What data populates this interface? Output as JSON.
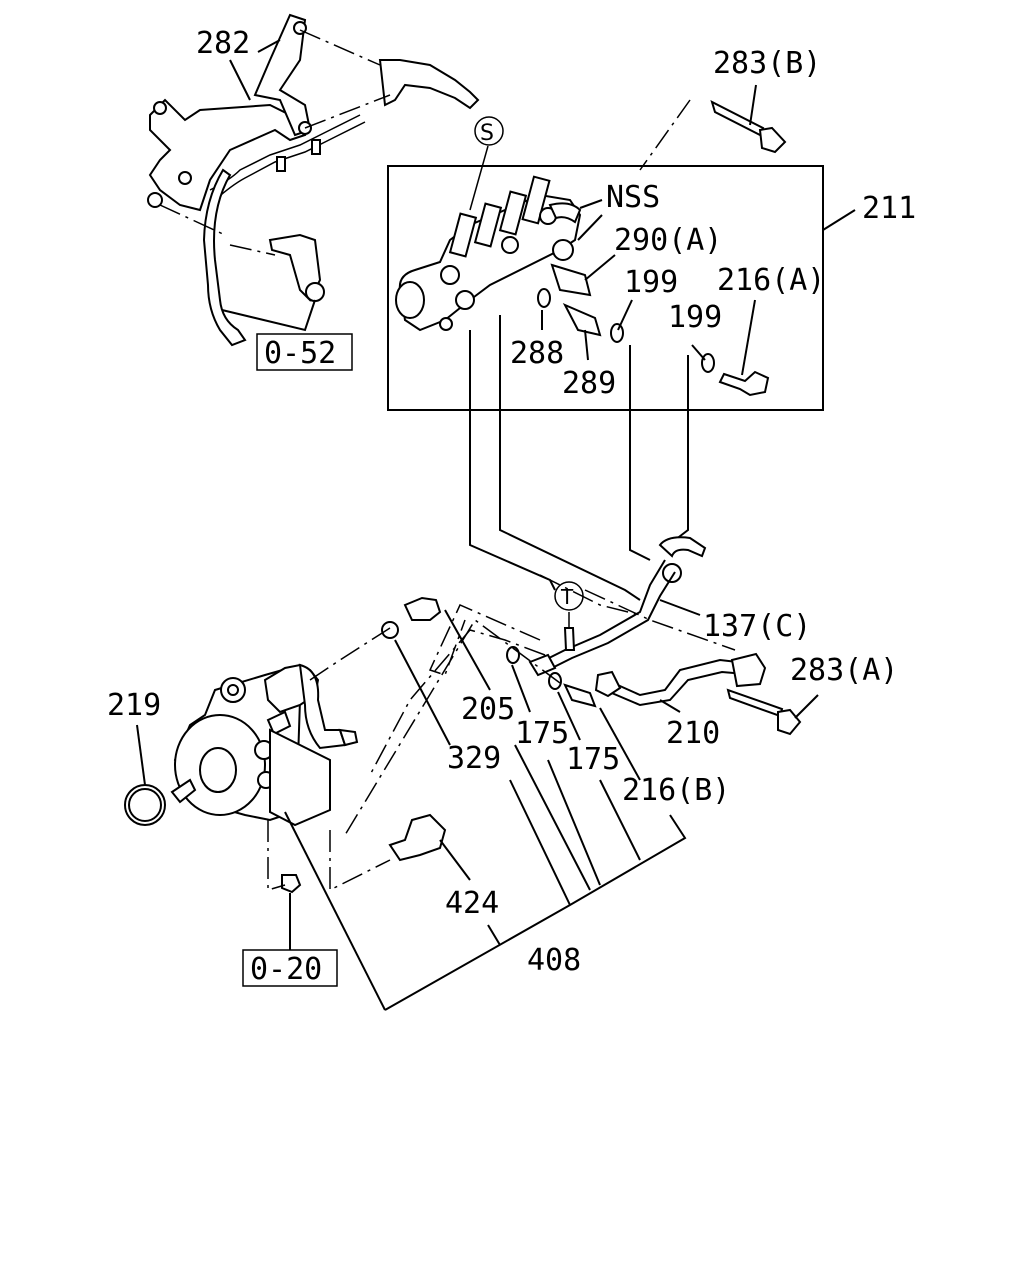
{
  "diagram": {
    "callouts": {
      "p282": "282",
      "p283b": "283(B)",
      "nss": "NSS",
      "p211": "211",
      "p290a": "290(A)",
      "p199a": "199",
      "p216a": "216(A)",
      "p199b": "199",
      "p288": "288",
      "p289": "289",
      "p137c": "137(C)",
      "p283a": "283(A)",
      "p219": "219",
      "p205": "205",
      "p175a": "175",
      "p210": "210",
      "p329": "329",
      "p175b": "175",
      "p216b": "216(B)",
      "p424": "424",
      "p408": "408"
    },
    "refs": {
      "r052": "0-52",
      "r020": "0-20"
    },
    "symbols": {
      "s": "S",
      "t": "T"
    }
  }
}
